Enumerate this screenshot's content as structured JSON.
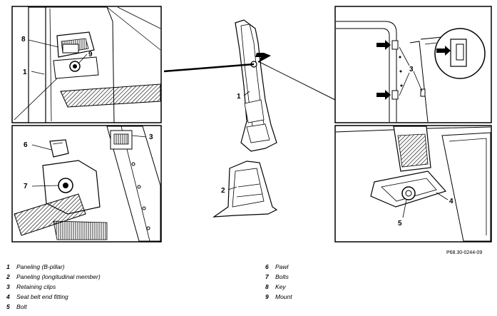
{
  "callouts": {
    "panel_tl": [
      "8",
      "9",
      "1"
    ],
    "panel_bl": [
      "6",
      "7",
      "3"
    ],
    "panel_center": [
      "1",
      "2"
    ],
    "panel_tr": [
      "3"
    ],
    "panel_br": [
      "4",
      "5"
    ]
  },
  "legend": {
    "left": [
      {
        "num": "1",
        "text": "Paneling (B-pillar)"
      },
      {
        "num": "2",
        "text": "Paneling (longitudinal member)"
      },
      {
        "num": "3",
        "text": "Retaining clips"
      },
      {
        "num": "4",
        "text": "Seat belt end fitting"
      },
      {
        "num": "5",
        "text": "Bolt"
      }
    ],
    "right": [
      {
        "num": "6",
        "text": "Pawl"
      },
      {
        "num": "7",
        "text": "Bolts"
      },
      {
        "num": "8",
        "text": "Key"
      },
      {
        "num": "9",
        "text": "Mount"
      }
    ]
  },
  "reference_code": "P68.30-0244-09"
}
